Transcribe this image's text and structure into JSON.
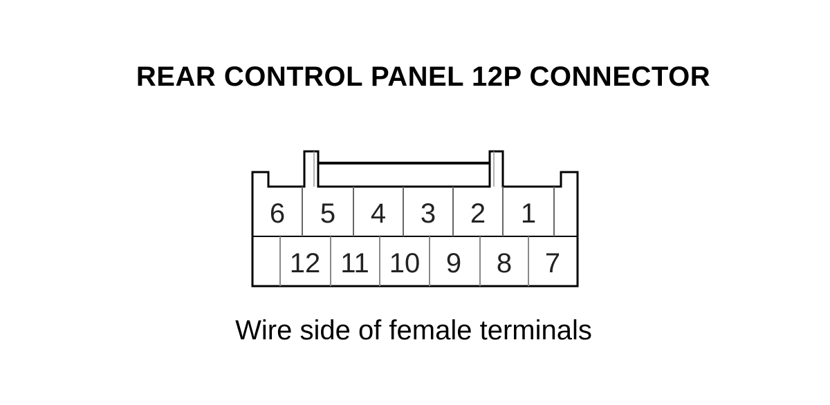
{
  "title": "REAR CONTROL PANEL 12P CONNECTOR",
  "caption": "Wire side of female terminals",
  "connector": {
    "top_row": [
      "6",
      "5",
      "4",
      "3",
      "2",
      "1"
    ],
    "bottom_row": [
      "12",
      "11",
      "10",
      "9",
      "8",
      "7"
    ]
  },
  "colors": {
    "outline": "#000000",
    "divider": "#888888",
    "text": "#222222"
  }
}
